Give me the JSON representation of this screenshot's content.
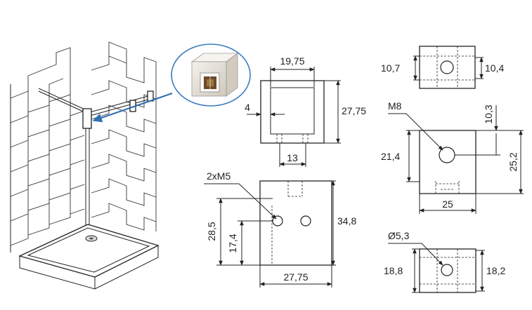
{
  "colors": {
    "line": "#222222",
    "arrow": "#2f6fb3",
    "fitting_body": "#e9e4dc",
    "fitting_window": "#6b4a2a"
  },
  "icons": {
    "shower_scene": "shower-enclosure-illustration",
    "fitting_photo": "fitting-zoom-photo"
  },
  "views": {
    "top_view": {
      "width": "19,75",
      "offset": "4",
      "height": "27,75",
      "spacing": "13"
    },
    "front_view": {
      "thread": "2xM5",
      "hole_height_1": "28,5",
      "hole_height_2": "17,4",
      "height": "34,8",
      "width": "27,75"
    },
    "top_right_view": {
      "left_height": "10,7",
      "right_height": "10,4"
    },
    "side_view": {
      "thread": "M8",
      "offset_top": "10,3",
      "hole_height": "21,4",
      "height": "25,2",
      "width": "25"
    },
    "bottom_view": {
      "diameter": "Ø5,3",
      "left_height": "18,8",
      "right_height": "18,2"
    }
  }
}
